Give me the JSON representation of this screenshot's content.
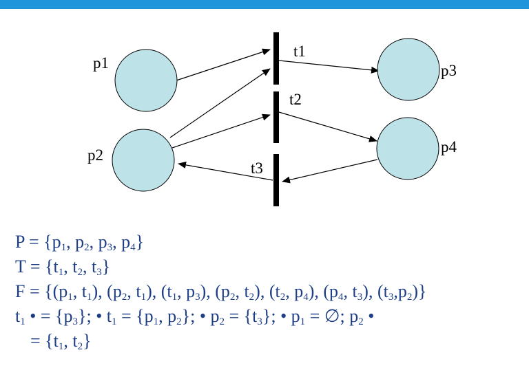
{
  "slide": {
    "accent_color": "#1f95dc",
    "text_color": "#1e3f86",
    "place_fill": "#bde2e8"
  },
  "diagram": {
    "places": [
      {
        "id": "p1",
        "label": "p1"
      },
      {
        "id": "p2",
        "label": "p2"
      },
      {
        "id": "p3",
        "label": "p3"
      },
      {
        "id": "p4",
        "label": "p4"
      }
    ],
    "transitions": [
      {
        "id": "t1",
        "label": "t1"
      },
      {
        "id": "t2",
        "label": "t2"
      },
      {
        "id": "t3",
        "label": "t3"
      }
    ],
    "arcs": [
      {
        "from": "p1",
        "to": "t1"
      },
      {
        "from": "p2",
        "to": "t1"
      },
      {
        "from": "t1",
        "to": "p3"
      },
      {
        "from": "p2",
        "to": "t2"
      },
      {
        "from": "t2",
        "to": "p4"
      },
      {
        "from": "p4",
        "to": "t3"
      },
      {
        "from": "t3",
        "to": "p2"
      }
    ]
  },
  "formulas": {
    "P": {
      "a": "P = {p",
      "b": ", p",
      "c": ", p",
      "d": ", p",
      "e": "}",
      "s1": "1",
      "s2": "2",
      "s3": "3",
      "s4": "4"
    },
    "T": {
      "a": "T = {t",
      "b": ", t",
      "c": ", t",
      "d": "}",
      "s1": "1",
      "s2": "2",
      "s3": "3"
    },
    "F": {
      "t1": "F = {(p",
      "s1": "1",
      "t2": ", t",
      "s2": "1",
      "t3": "), (p",
      "s3": "2",
      "t4": ", t",
      "s4": "1",
      "t5": "), (t",
      "s5": "1",
      "t6": ", p",
      "s6": "3",
      "t7": "), (p",
      "s7": "2",
      "t8": ", t",
      "s8": "2",
      "t9": "), (t",
      "s9": "2",
      "t10": ", p",
      "s10": "4",
      "t11": "), (p",
      "s11": "4",
      "t12": ", t",
      "s12": "3",
      "t13": "), (t",
      "s13": "3",
      "t14": ",p",
      "s14": "2",
      "t15": ")}"
    },
    "pre_post": {
      "t1": "t",
      "s1": "1",
      "t2": " • = {p",
      "s2": "3",
      "t3": "}; • t",
      "s3": "1",
      "t4": " = {p",
      "s4": "1",
      "t5": ", p",
      "s5": "2",
      "t6": "}; • p",
      "s6": "2",
      "t7": " = {t",
      "s7": "3",
      "t8": "}; • p",
      "s8": "1",
      "t9": " = ∅; p",
      "s9": "2",
      "t10": " •",
      "c1": "= {t",
      "cs1": "1",
      "c2": ", t",
      "cs2": "2",
      "c3": "}"
    }
  }
}
